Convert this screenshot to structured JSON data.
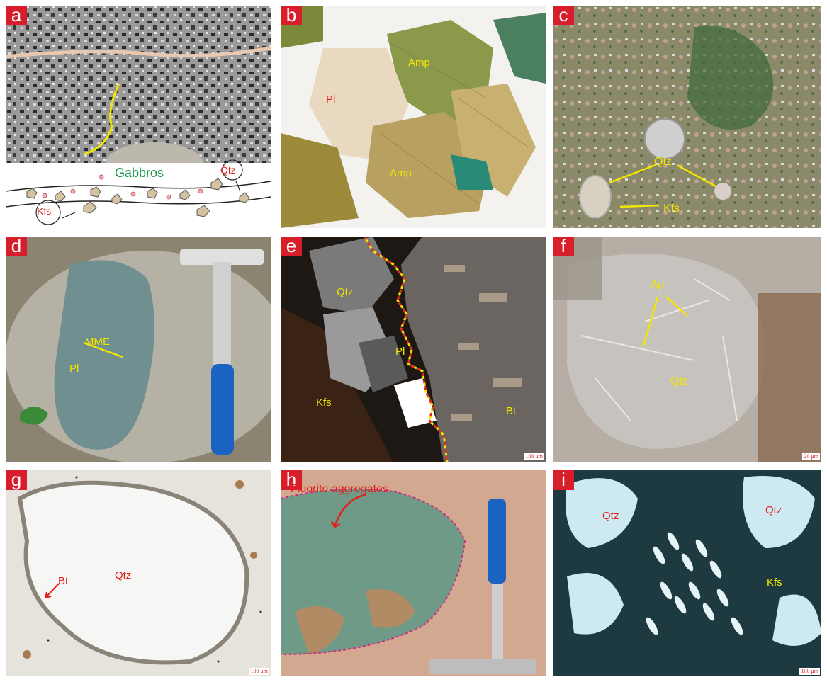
{
  "panels": {
    "a": {
      "letter": "a",
      "labels": {
        "gabbros": "Gabbros",
        "qtz": "Qtz",
        "kfs": "Kfs"
      }
    },
    "b": {
      "letter": "b",
      "labels": {
        "amp1": "Amp",
        "pl": "Pl",
        "amp2": "Amp"
      }
    },
    "c": {
      "letter": "c",
      "labels": {
        "qtz": "Qtz",
        "kfs": "Kfs"
      }
    },
    "d": {
      "letter": "d",
      "labels": {
        "mme": "MME",
        "pl": "Pl"
      }
    },
    "e": {
      "letter": "e",
      "labels": {
        "qtz": "Qtz",
        "pl": "Pl",
        "kfs": "Kfs",
        "bt": "Bt"
      },
      "scale": "100 μm"
    },
    "f": {
      "letter": "f",
      "labels": {
        "ap": "Ap",
        "qtz": "Qtz"
      },
      "scale": "20 μm"
    },
    "g": {
      "letter": "g",
      "labels": {
        "qtz": "Qtz",
        "bt": "Bt"
      },
      "scale": "100 μm"
    },
    "h": {
      "letter": "h",
      "labels": {
        "fluorite": "Fluorite aggregates"
      }
    },
    "i": {
      "letter": "i",
      "labels": {
        "qtz1": "Qtz",
        "qtz2": "Qtz",
        "kfs": "Kfs"
      },
      "scale": "100 μm"
    }
  }
}
